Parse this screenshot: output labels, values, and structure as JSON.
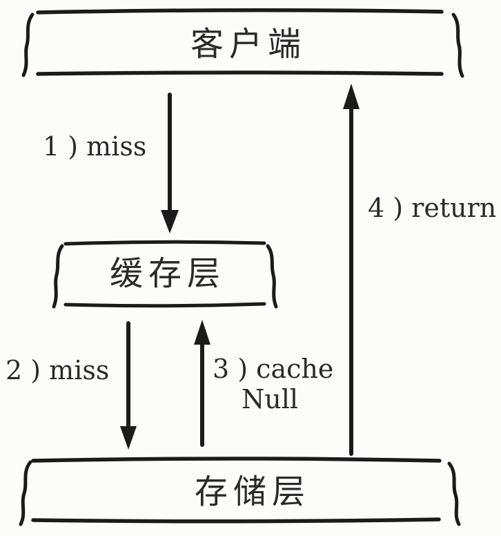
{
  "background_color": "#fcfcfb",
  "stroke_color": "#1b1b1b",
  "text_color": "#2a2a2a",
  "diagram": {
    "type": "flow",
    "nodes": [
      {
        "id": "client",
        "label": "客户端"
      },
      {
        "id": "cache",
        "label": "缓存层"
      },
      {
        "id": "storage",
        "label": "存储层"
      }
    ],
    "edges": [
      {
        "step": "1 ) miss",
        "from": "client",
        "to": "cache",
        "direction": "down"
      },
      {
        "step": "2 ) miss",
        "from": "cache",
        "to": "storage",
        "direction": "down"
      },
      {
        "step": "3 ) cache",
        "step_line2": "Null",
        "from": "storage",
        "to": "cache",
        "direction": "up"
      },
      {
        "step": "4 ) return",
        "from": "storage",
        "to": "client",
        "direction": "up"
      }
    ]
  }
}
